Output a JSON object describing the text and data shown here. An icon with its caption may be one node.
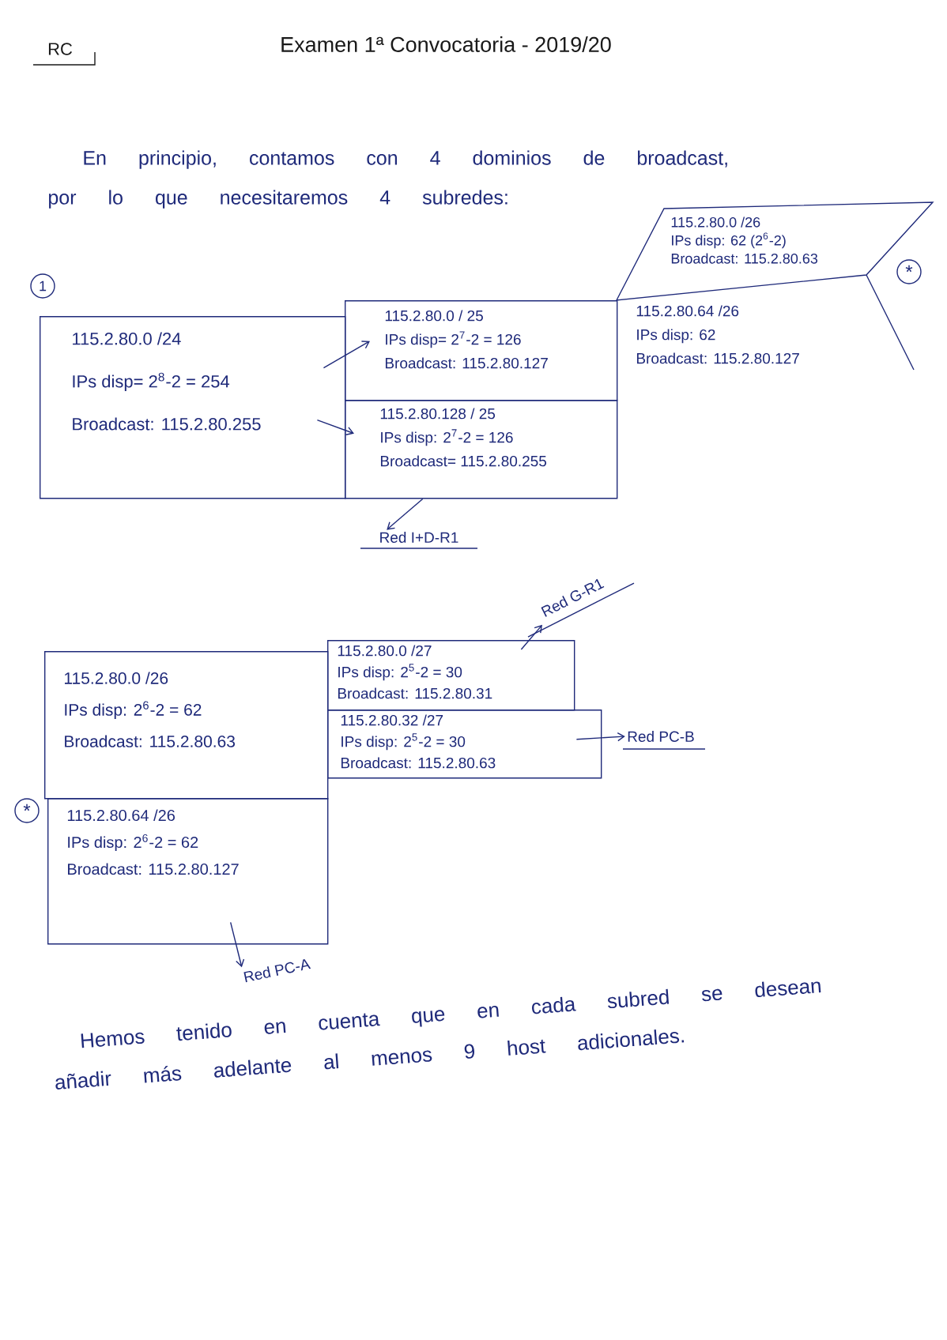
{
  "diagram": {
    "title": "Examen 1ª Convocatoria - 2019/20",
    "nodes": [
      {
        "text": [
          "115.2.80.0 /24",
          "IPs disp= 2$^{8}$-2 = 254",
          "Broadcast: 115.2.80.255"
        ]
      },
      {
        "text": [
          "115.2.80.0 / 25",
          "IPs disp= 2$^{7}$-2 = 126",
          "Broadcast: 115.2.80.127"
        ]
      },
      {
        "text": [
          "115.2.80.128 / 25",
          "IPs disp: 2$^{7}$-2 = 126",
          "Broadcast= 115.2.80.255"
        ]
      },
      {
        "text": [
          "115.2.80.0 /26",
          "IPs disp: 62 (2$^{6}$-2)",
          "Broadcast: 115.2.80.63"
        ]
      },
      {
        "text": [
          "115.2.80.64 /26",
          "IPs disp: 62",
          "Broadcast: 115.2.80.127"
        ]
      },
      {
        "text": [
          "Red I+D-R1"
        ]
      },
      {
        "text": [
          "115.2.80.0 /26",
          "IPs disp: 2$^{6}$-2 = 62",
          "Broadcast: 115.2.80.63"
        ]
      },
      {
        "text": [
          "115.2.80.0 /27",
          "IPs disp: 2$^{5}$-2 = 30",
          "Broadcast: 115.2.80.31"
        ]
      },
      {
        "text": [
          "Red G-R1"
        ]
      },
      {
        "text": [
          "115.2.80.32 /27",
          "IPs disp: 2$^{5}$-2 = 30",
          "Broadcast: 115.2.80.63"
        ]
      },
      {
        "text": [
          "Red PC-B"
        ]
      },
      {
        "text": [
          "115.2.80.64 /26",
          "IPs disp: 2$^{6}$-2 = 62",
          "Broadcast: 115.2.80.127"
        ]
      },
      {
        "text": [
          "Red PC-A"
        ]
      }
    ],
    "edges": [
      {
        "from": 0,
        "to": 1,
        "arrow": "to"
      },
      {
        "from": 0,
        "to": 2,
        "arrow": "to"
      },
      {
        "from": 2,
        "to": 5,
        "arrow": "to"
      },
      {
        "from": 7,
        "to": 8,
        "arrow": "to"
      },
      {
        "from": 9,
        "to": 10,
        "arrow": "to"
      },
      {
        "from": 11,
        "to": 12,
        "arrow": "to"
      }
    ],
    "labels": [
      "RC",
      "En principio, contamos con 4 dominios de broadcast, por lo que necesitaremos 4 subredes:",
      "1",
      "*",
      "*",
      "Hemos tenido en cuenta que en cada subred se desean añadir más adelante al menos 9 host adicionales."
    ]
  }
}
